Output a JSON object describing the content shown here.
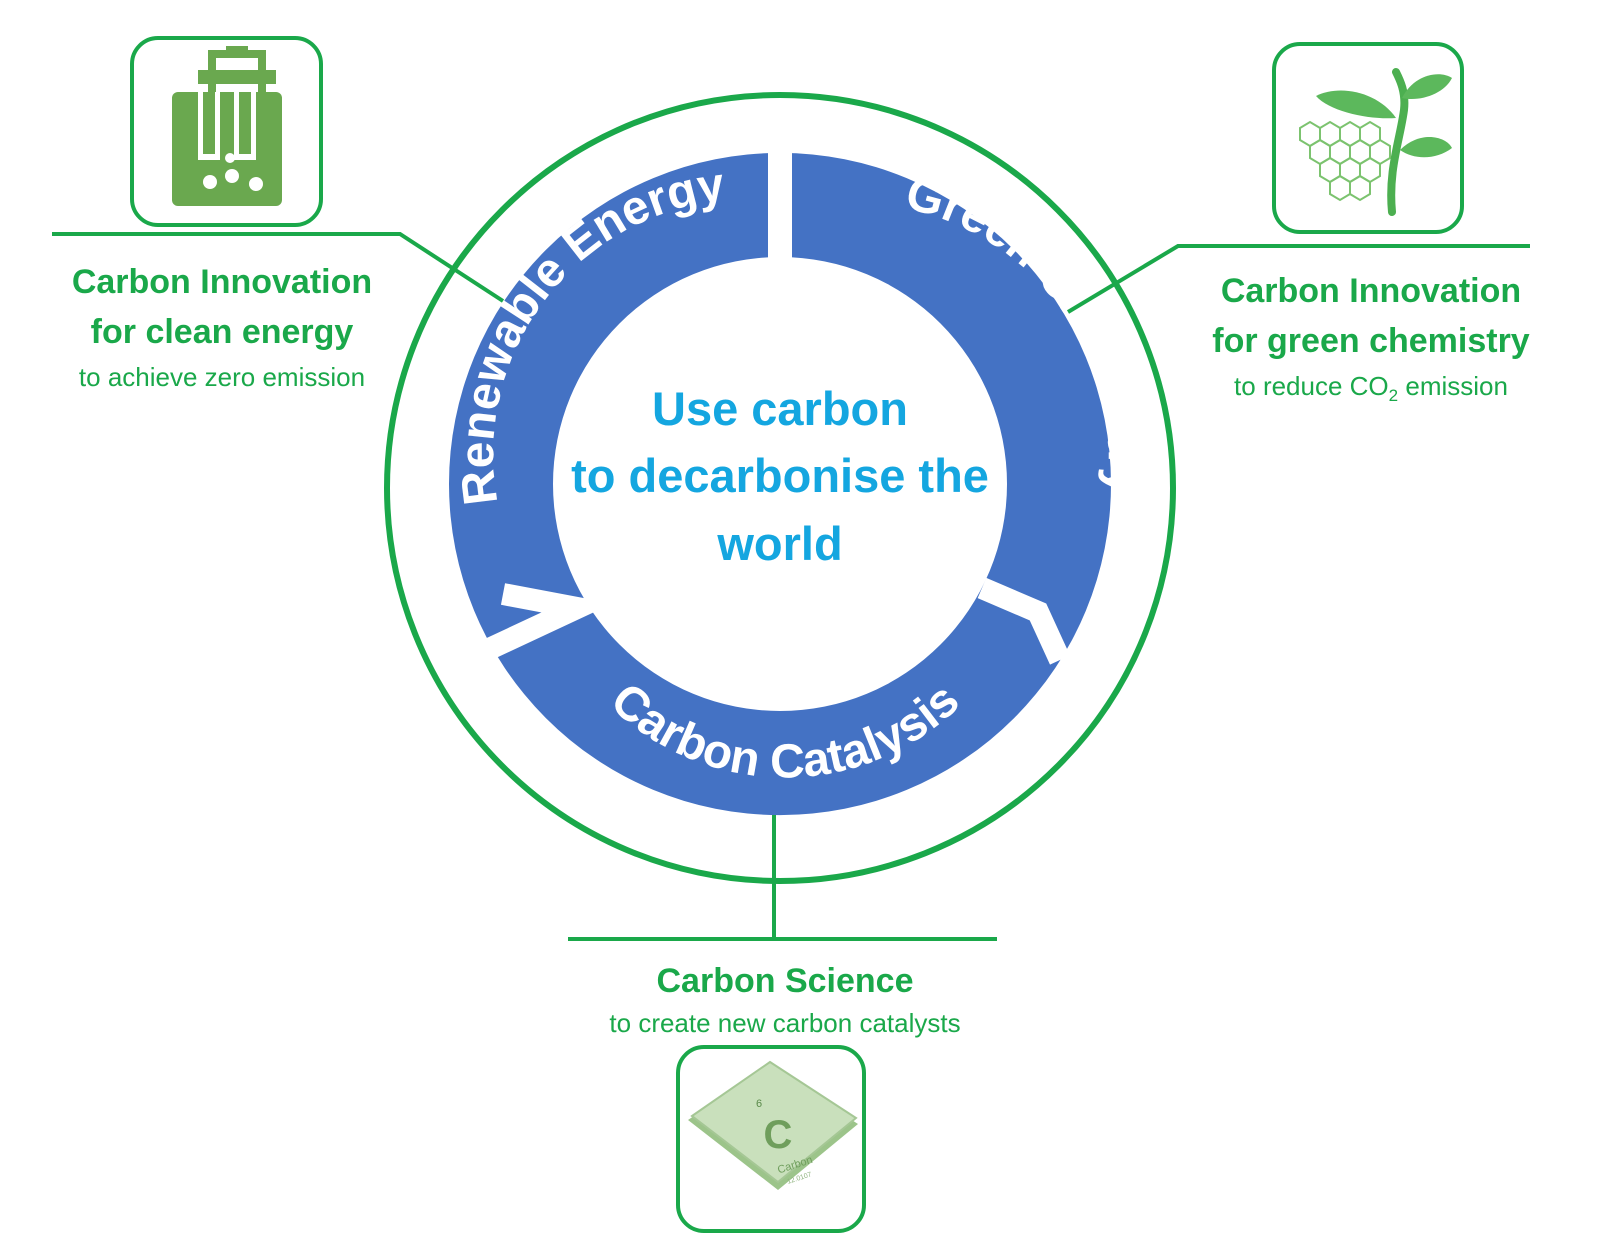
{
  "center": {
    "line1": "Use carbon",
    "line2": "to decarbonise the",
    "line3": "world"
  },
  "ring_segments": [
    {
      "label": "Renewable Energy"
    },
    {
      "label": "Green Chemistry"
    },
    {
      "label": "Carbon Catalysis"
    }
  ],
  "callouts": {
    "left": {
      "title1": "Carbon Innovation",
      "title2": "for clean energy",
      "subtitle": "to achieve zero emission"
    },
    "right": {
      "title1": "Carbon Innovation",
      "title2": "for green chemistry",
      "subtitle_pre": "to reduce CO",
      "subtitle_sub": "2",
      "subtitle_post": " emission"
    },
    "bottom": {
      "title": "Carbon Science",
      "subtitle": "to create new carbon catalysts"
    }
  },
  "element_tile": {
    "number": "6",
    "symbol": "C",
    "name": "Carbon",
    "mass": "12.0107"
  },
  "icons": [
    "battery-electrolysis-icon",
    "plant-hexagon-icon",
    "carbon-element-icon"
  ],
  "colors": {
    "green": "#1aa84a",
    "blue_ring": "#4472c4",
    "center_text": "#14a6e0",
    "icon_green": "#6aa84f"
  }
}
